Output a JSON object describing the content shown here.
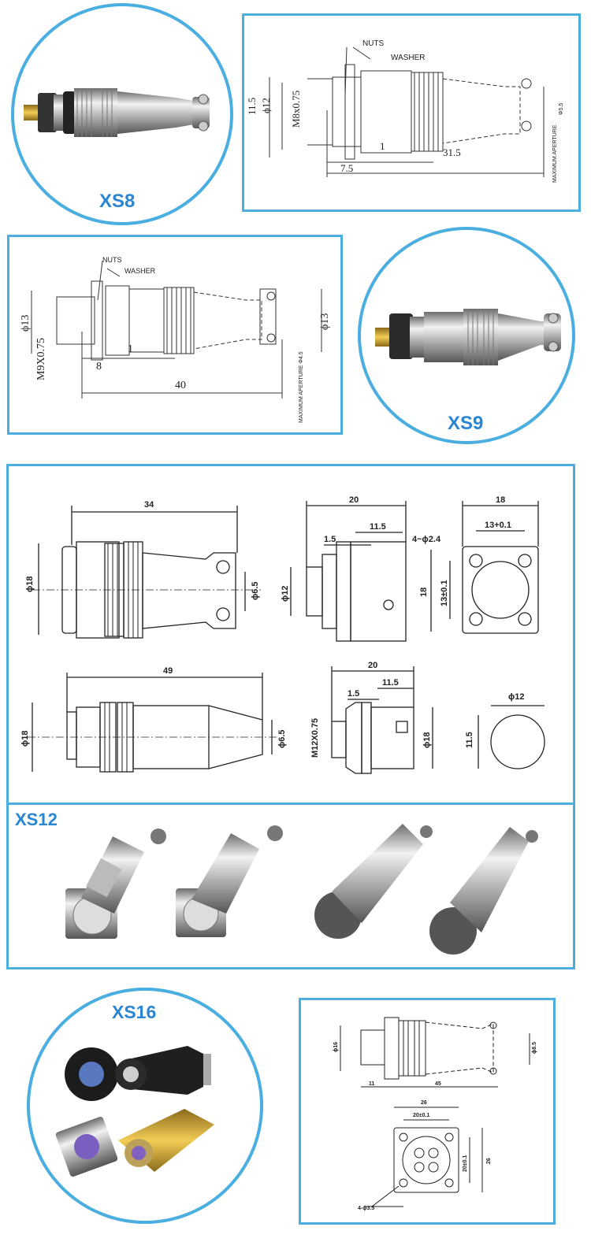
{
  "colors": {
    "accent": "#4aaee0",
    "label": "#2a86d3"
  },
  "xs8": {
    "label": "XS8",
    "drawing": {
      "nuts": "NUTS",
      "washer": "WASHER",
      "d_outer": "11.5",
      "d_body": "ϕ12",
      "thread": "M8x0.75",
      "dim_1": "1",
      "dim_a": "7.5",
      "dim_b": "31.5",
      "d_clamp": "Φ5.5",
      "aperture": "MAXIMUM APERTURE"
    }
  },
  "xs9": {
    "label": "XS9",
    "drawing": {
      "nuts": "NUTS",
      "washer": "WASHER",
      "d_left": "ϕ13",
      "d_right": "ϕ13",
      "thread": "M9X0.75",
      "dim_8": "8",
      "dim_1": "1",
      "dim_40": "40",
      "aperture": "MAXIMUM APERTURE Φ4.5"
    }
  },
  "xs12": {
    "label": "XS12",
    "top": {
      "len": "34",
      "dia": "ϕ18",
      "clamp": "ϕ6.5",
      "w20": "20",
      "w115": "11.5",
      "w15": "1.5",
      "d12": "ϕ12",
      "sq18": "18",
      "sq13": "13+0.1",
      "holes": "4~ϕ2.4",
      "v13": "13±0.1",
      "v18": "18"
    },
    "bottom": {
      "len": "49",
      "dia": "ϕ18",
      "clamp": "ϕ6.5",
      "w20": "20",
      "w115": "11.5",
      "w15": "1.5",
      "thread": "M12X0.75",
      "d18": "ϕ18",
      "d12": "ϕ12",
      "h115": "11.5"
    }
  },
  "xs16": {
    "label": "XS16",
    "drawing": {
      "d16": "ϕ16",
      "d85": "ϕ8.5",
      "w11": "11",
      "w45": "45",
      "w26": "26",
      "w20": "20±0.1",
      "v20": "20±0.1",
      "v26": "26",
      "holes": "4-ϕ3.5"
    }
  }
}
